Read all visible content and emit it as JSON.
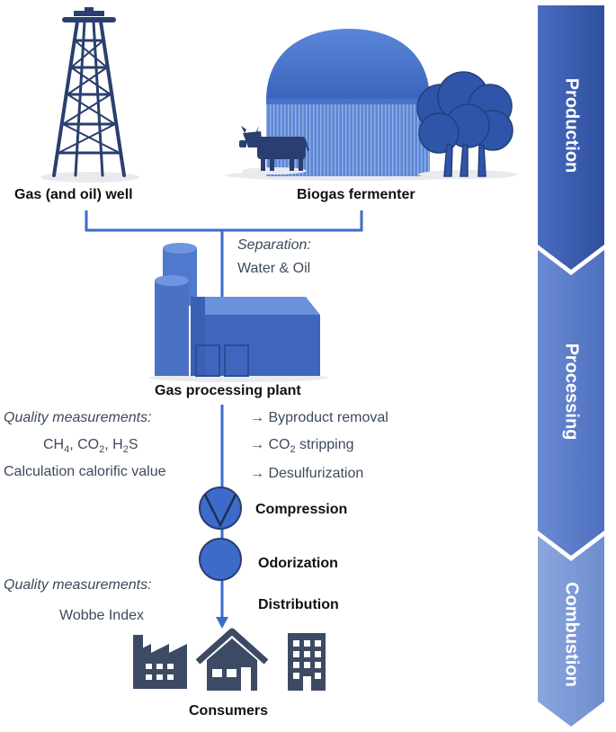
{
  "colors": {
    "accent": "#3d6bc9",
    "dark_blue": "#2a3f6f",
    "stage_production": "#3f5fb0",
    "stage_processing": "#5b7ec9",
    "stage_combustion": "#7f9bd6",
    "text_muted": "#3d4a5c"
  },
  "sources": {
    "well_label": "Gas (and oil) well",
    "fermenter_label": "Biogas fermenter"
  },
  "separation": {
    "title": "Separation:",
    "detail": "Water & Oil"
  },
  "plant_label": "Gas processing plant",
  "quality1": {
    "title": "Quality measurements:",
    "line1_parts": [
      "CH",
      "4",
      ", CO",
      "2",
      ", H",
      "2",
      "S"
    ],
    "line2": "Calculation calorific value"
  },
  "processing_steps": {
    "byproduct": "→ Byproduct removal",
    "co2_prefix": "→ CO",
    "co2_sub": "2",
    "co2_suffix": " stripping",
    "desulf": "→ Desulfurization"
  },
  "compression_label": "Compression",
  "odorization_label": "Odorization",
  "distribution_label": "Distribution",
  "quality2": {
    "title": "Quality measurements:",
    "detail": "Wobbe Index"
  },
  "consumers_label": "Consumers",
  "stages": [
    "Production",
    "Processing",
    "Combustion"
  ],
  "icons": [
    "oil-derrick-icon",
    "biogas-dome-icon",
    "cow-icon",
    "tree-icon",
    "gas-plant-icon",
    "compressor-icon",
    "odorizer-icon",
    "factory-icon",
    "house-icon",
    "office-building-icon"
  ]
}
